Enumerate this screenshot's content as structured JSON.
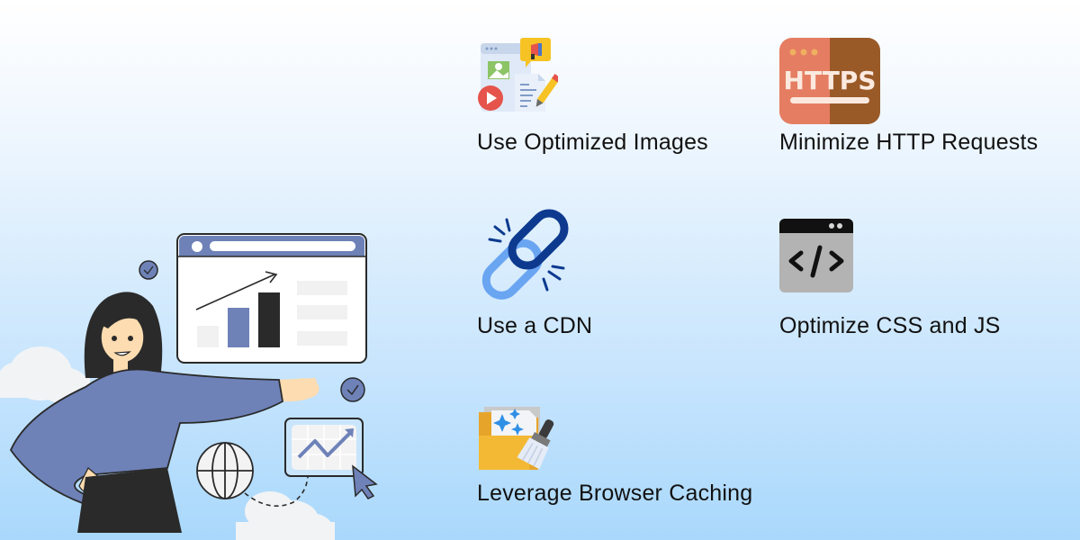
{
  "tips": [
    {
      "id": "images",
      "label": "Use Optimized Images",
      "icon": "media-document-icon"
    },
    {
      "id": "http",
      "label": "Minimize HTTP Requests",
      "icon": "https-icon",
      "icon_text": "HTTPS"
    },
    {
      "id": "cdn",
      "label": "Use a CDN",
      "icon": "broken-link-icon"
    },
    {
      "id": "css",
      "label": "Optimize CSS and JS",
      "icon": "code-window-icon"
    },
    {
      "id": "cache",
      "label": "Leverage Browser Caching",
      "icon": "folder-clean-icon"
    }
  ],
  "colors": {
    "bg_top": "#ffffff",
    "bg_bottom": "#a9d8fc",
    "accent_purple": "#6e82b8",
    "dark": "#2a2a2a",
    "https_left": "#e57d62",
    "https_right": "#9a5a28",
    "cdn_dark": "#0d3a8f",
    "cdn_light": "#6aa5f2",
    "code_gray": "#b3b3b3",
    "folder_yellow": "#f3b934"
  }
}
